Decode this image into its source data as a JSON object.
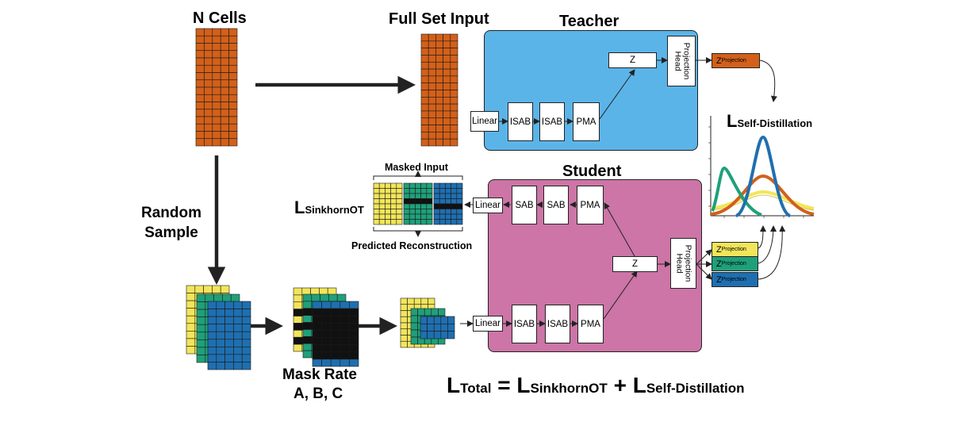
{
  "labels": {
    "n_cells": "N Cells",
    "full_set_input": "Full Set Input",
    "teacher": "Teacher",
    "student": "Student",
    "random_sample": "Random\nSample",
    "mask_rate": "Mask Rate",
    "mask_rate_values": "A, B, C",
    "masked_input": "Masked Input",
    "predicted_reconstruction": "Predicted Reconstruction"
  },
  "teacher_blocks": {
    "linear": "Linear",
    "isab1": "ISAB",
    "isab2": "ISAB",
    "pma": "PMA",
    "z": "Z",
    "projection_head": "Projection\nHead",
    "z_projection_main": "Z",
    "z_projection_sub": "Projection"
  },
  "student_blocks": {
    "decoder_linear": "Linear",
    "sab1": "SAB",
    "sab2": "SAB",
    "pma_dec": "PMA",
    "enc_linear": "Linear",
    "isab1": "ISAB",
    "isab2": "ISAB",
    "pma_enc": "PMA",
    "z": "Z",
    "projection_head": "Projection\nHead",
    "z_projections": [
      {
        "main": "Z",
        "sub": "Projection",
        "color": "#F2E55B"
      },
      {
        "main": "Z",
        "sub": "Projection",
        "color": "#1FA07A"
      },
      {
        "main": "Z",
        "sub": "Projection",
        "color": "#1F6FB0"
      }
    ]
  },
  "losses": {
    "self_distillation_main": "L",
    "self_distillation_sub": "Self-Distillation",
    "sinkhorn_main": "L",
    "sinkhorn_sub": "SinkhornOT",
    "total_main": "L",
    "total_sub": "Total",
    "equals": "=",
    "plus": "+",
    "term1_main": "L",
    "term1_sub": "SinkhornOT",
    "term2_main": "L",
    "term2_sub": "Self-Distillation"
  },
  "colors": {
    "cells_orange": "#D2601A",
    "yellow": "#F2E55B",
    "green": "#1FA07A",
    "blue": "#1F6FB0",
    "teacher_bg": "#5BB4E8",
    "student_bg": "#CC75A6"
  }
}
